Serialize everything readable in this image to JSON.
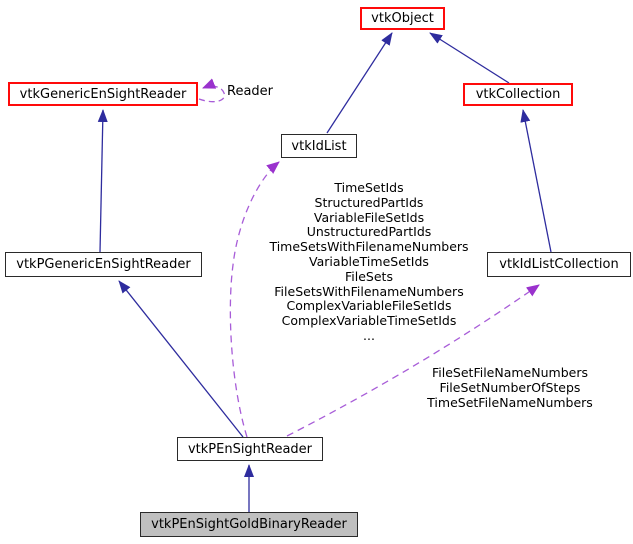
{
  "diagram": {
    "type": "class-collaboration-diagram",
    "nodes": {
      "vtkObject": {
        "label": "vtkObject",
        "style": "red-border"
      },
      "vtkGenericEnSightReader": {
        "label": "vtkGenericEnSightReader",
        "style": "red-border"
      },
      "vtkCollection": {
        "label": "vtkCollection",
        "style": "red-border"
      },
      "vtkIdList": {
        "label": "vtkIdList",
        "style": "plain"
      },
      "vtkPGenericEnSightReader": {
        "label": "vtkPGenericEnSightReader",
        "style": "plain"
      },
      "vtkIdListCollection": {
        "label": "vtkIdListCollection",
        "style": "plain"
      },
      "vtkPEnSightReader": {
        "label": "vtkPEnSightReader",
        "style": "plain"
      },
      "vtkPEnSightGoldBinaryReader": {
        "label": "vtkPEnSightGoldBinaryReader",
        "style": "gray-fill"
      }
    },
    "edge_labels": {
      "reader_self": "Reader",
      "idlist_members": "TimeSetIds\nStructuredPartIds\nVariableFileSetIds\nUnstructuredPartIds\nTimeSetsWithFilenameNumbers\nVariableTimeSetIds\nFileSets\nFileSetsWithFilenameNumbers\nComplexVariableFileSetIds\nComplexVariableTimeSetIds\n...",
      "idlist_collection_members": "FileSetFileNameNumbers\nFileSetNumberOfSteps\nTimeSetFileNameNumbers"
    },
    "colors": {
      "inheritance_edge": "#2e2c9e",
      "usage_edge": "#a85dd8",
      "usage_arrowhead": "#9a32cd",
      "external_node_border": "#ff0a0a",
      "node_border": "#2a2a2a",
      "focus_node_fill": "#bfbfbf",
      "node_fill": "#ffffff",
      "background": "#ffffff",
      "text": "#000000"
    }
  }
}
